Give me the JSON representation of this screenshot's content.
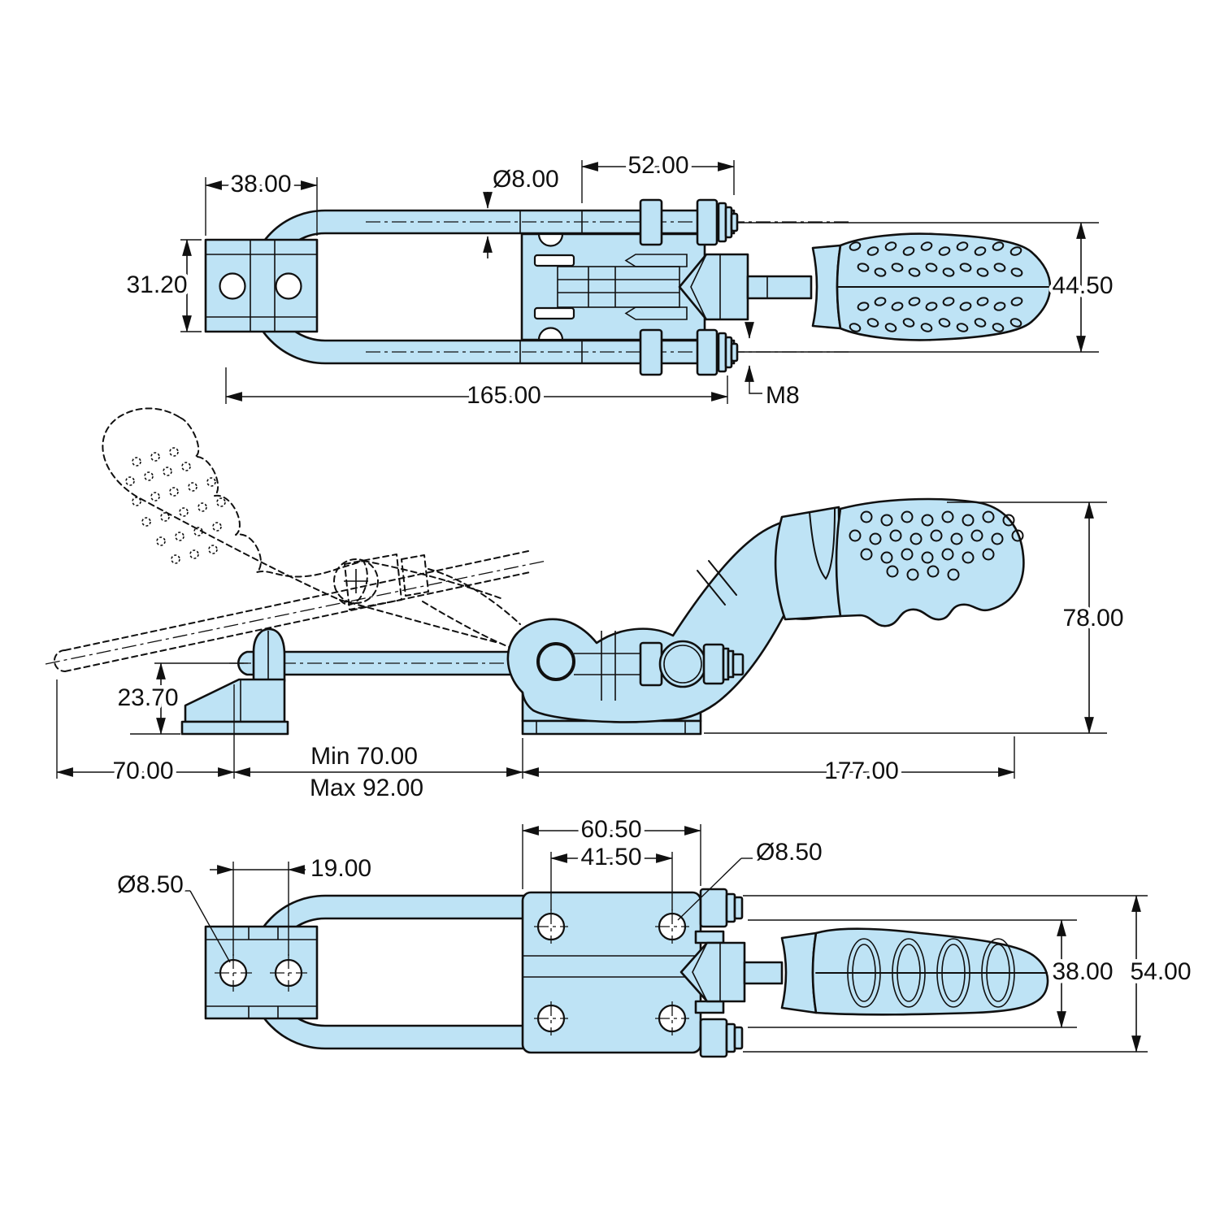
{
  "drawing": {
    "kind": "technical-dimension-drawing",
    "subject": "adjustable latch toggle clamp, three orthographic views",
    "colors": {
      "part_fill": "#BEE3F5",
      "line": "#101010",
      "background": "#ffffff"
    }
  },
  "dims": {
    "top": {
      "bracket_width": "38.00",
      "rod_diameter": "Ø8.00",
      "thread_length": "52.00",
      "bracket_height": "31.20",
      "handle_envelope": "44.50",
      "overall_length": "165.00",
      "thread_spec": "M8"
    },
    "side": {
      "overall_height": "78.00",
      "catch_height": "23.70",
      "tip_overhang": "70.00",
      "reach_min": "Min 70.00",
      "reach_max": "Max 92.00",
      "body_length": "177.00"
    },
    "bottom": {
      "base_width": "60.50",
      "base_hole_spacing": "41.50",
      "base_hole_diameter": "Ø8.50",
      "bracket_hole_spacing": "19.00",
      "bracket_hole_diameter": "Ø8.50",
      "grip_width": "38.00",
      "outer_width": "54.00"
    }
  }
}
